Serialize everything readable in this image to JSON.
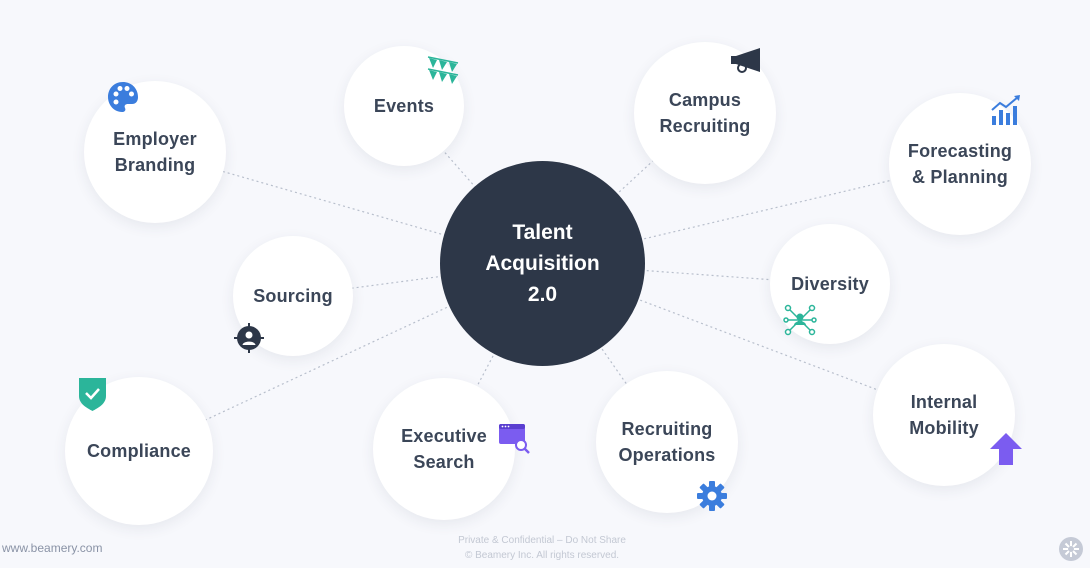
{
  "center": {
    "title": "Talent\nAcquisition\n2.0"
  },
  "nodes": {
    "events": "Events",
    "campus": "Campus\nRecruiting",
    "employer": "Employer\nBranding",
    "forecasting": "Forecasting\n& Planning",
    "sourcing": "Sourcing",
    "diversity": "Diversity",
    "compliance": "Compliance",
    "executive": "Executive\nSearch",
    "recruiting_ops": "Recruiting\nOperations",
    "internal": "Internal\nMobility"
  },
  "footer": {
    "website": "www.beamery.com",
    "confidential": "Private & Confidential – Do Not Share",
    "copyright": "© Beamery Inc. All rights reserved."
  },
  "icons": {
    "events": "bunting-flags-icon",
    "campus": "megaphone-icon",
    "employer": "palette-icon",
    "forecasting": "growth-chart-icon",
    "sourcing": "target-person-icon",
    "diversity": "network-people-icon",
    "compliance": "shield-check-icon",
    "executive": "browser-search-icon",
    "recruiting_ops": "gear-icon",
    "internal": "up-arrow-icon",
    "logo": "beamery-logo-icon"
  },
  "colors": {
    "background": "#f7f8fc",
    "center": "#2d3748",
    "text": "#3b4658",
    "teal": "#2bb59a",
    "blue": "#3b7ddd",
    "purple": "#7b5cf0",
    "navy": "#2d3748"
  }
}
